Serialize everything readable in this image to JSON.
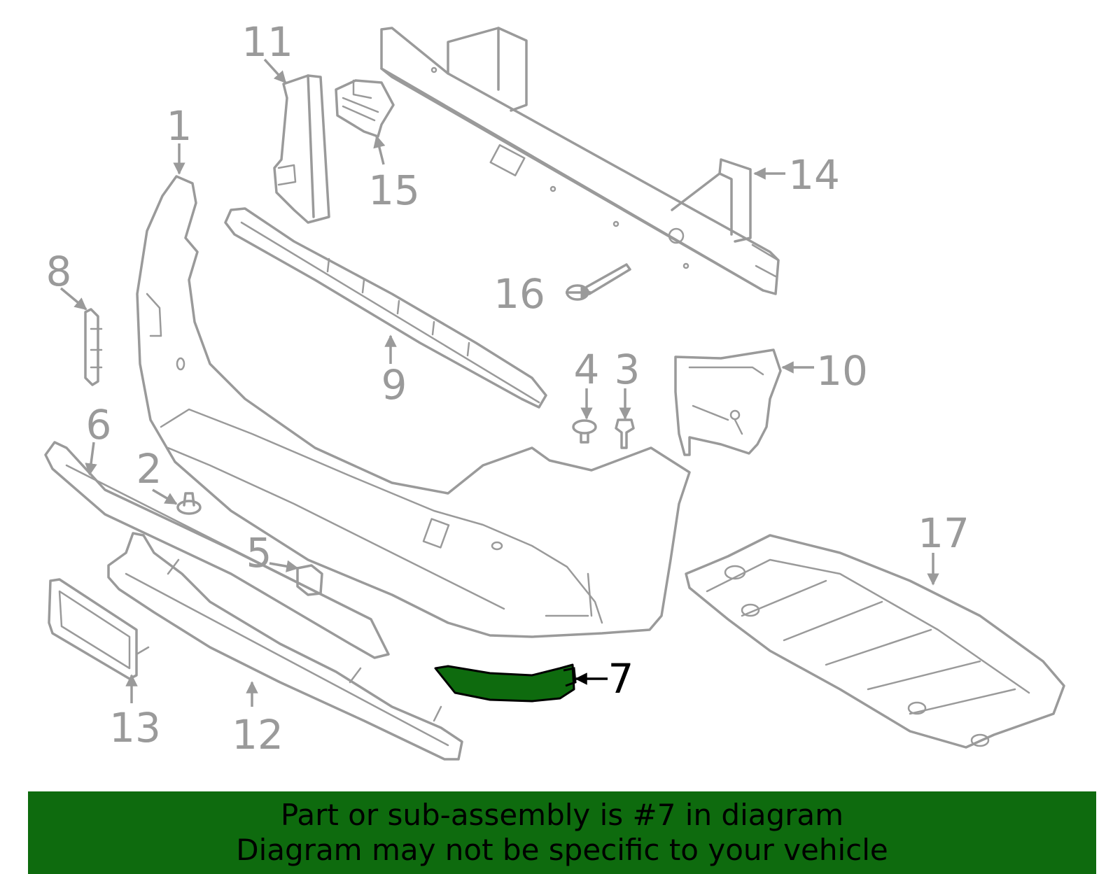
{
  "diagram": {
    "callouts": [
      "1",
      "2",
      "3",
      "4",
      "5",
      "6",
      "7",
      "8",
      "9",
      "10",
      "11",
      "12",
      "13",
      "14",
      "15",
      "16",
      "17"
    ],
    "highlighted_part": "7"
  },
  "colors": {
    "line": "#9a9a9a",
    "highlight_fill": "#0e6b0e",
    "highlight_stroke": "#000000",
    "banner": "#0e6b0e",
    "banner_text": "#000000"
  },
  "banner": {
    "line1": "Part or sub-assembly is #7 in diagram",
    "line2": "Diagram may not be specific to your vehicle"
  }
}
